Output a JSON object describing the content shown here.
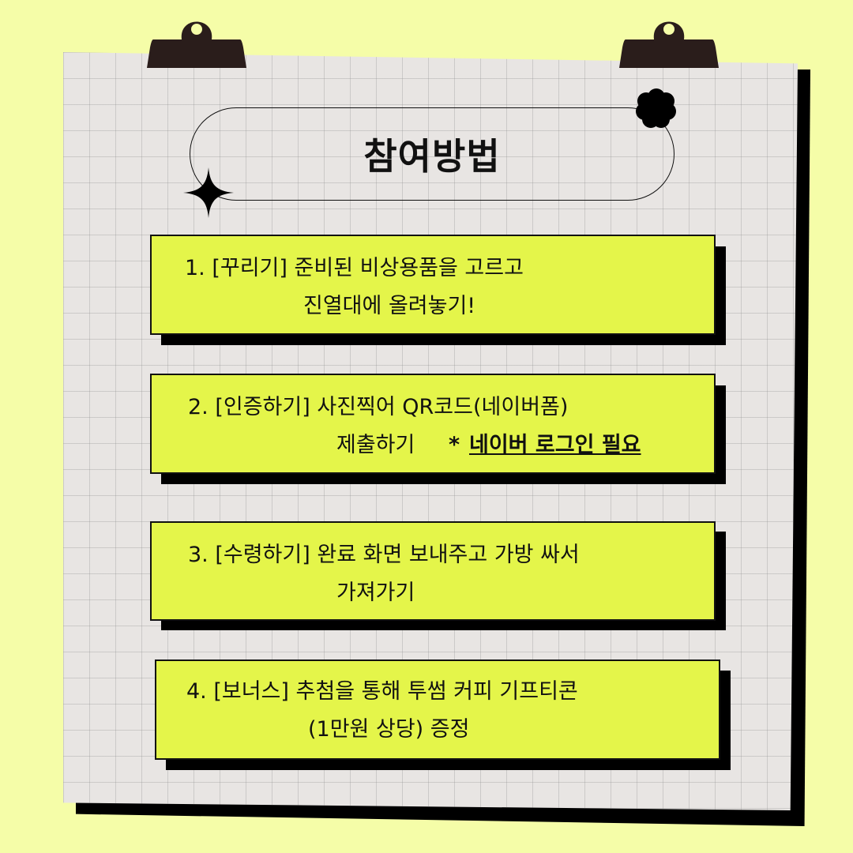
{
  "title": "참여방법",
  "steps": [
    {
      "line1": "1. [꾸리기] 준비된 비상용품을 고르고",
      "line2": "진열대에 올려놓기!"
    },
    {
      "line1": "2. [인증하기] 사진찍어 QR코드(네이버폼)",
      "line2": "제출하기",
      "note_prefix": "* ",
      "note": "네이버 로그인 필요"
    },
    {
      "line1": "3. [수령하기] 완료 화면 보내주고 가방 싸서",
      "line2": "가져가기"
    },
    {
      "line1": "4. [보너스] 추첨을 통해 투썸 커피 기프티콘",
      "line2": "(1만원 상당) 증정"
    }
  ],
  "colors": {
    "background": "#f5fda8",
    "paper": "#e8e5e3",
    "card": "#e4f54a",
    "ink": "#111111"
  },
  "icons": [
    "binder-clip-icon",
    "flower-icon",
    "sparkle-icon"
  ]
}
